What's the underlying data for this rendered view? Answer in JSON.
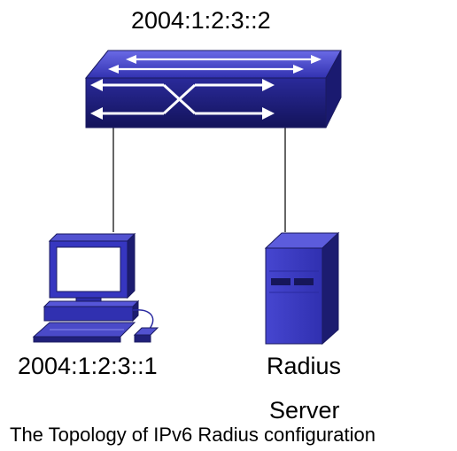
{
  "switch": {
    "ip": "2004:1:2:3::2"
  },
  "pc": {
    "ip": "2004:1:2:3::1"
  },
  "server": {
    "label_line1": "Radius",
    "label_line2": "Server"
  },
  "caption": "The Topology of IPv6 Radius configuration",
  "colors": {
    "device_blue": "#3a3ac0",
    "device_dark": "#1c1c6a",
    "device_top": "#5656d8",
    "cable": "#000000"
  }
}
